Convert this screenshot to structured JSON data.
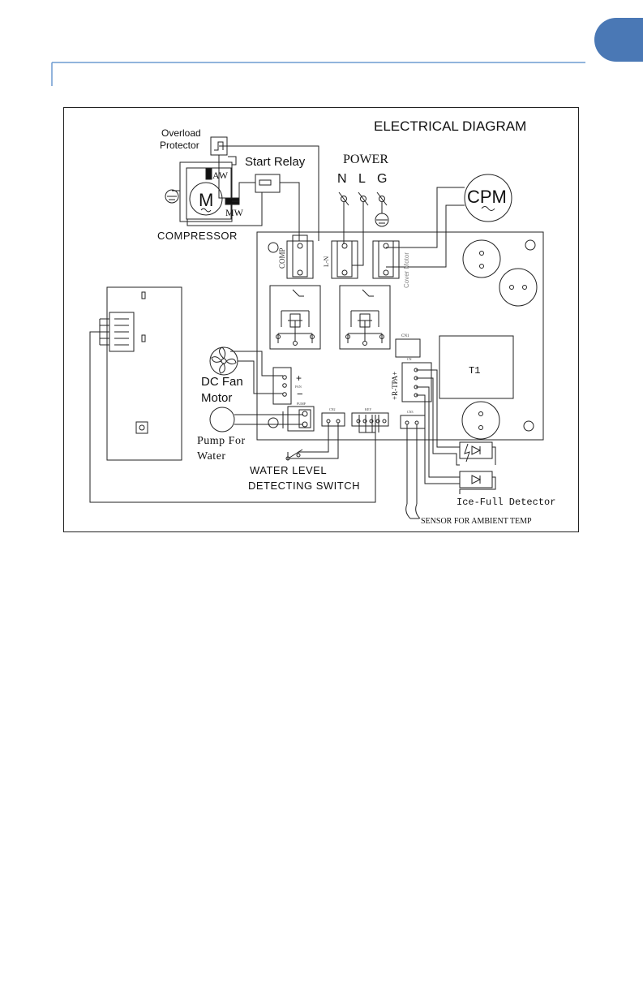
{
  "page": {
    "accent_color": "#4a78b5",
    "rule_color": "#6d9bd0"
  },
  "diagram": {
    "title": "ELECTRICAL DIAGRAM",
    "labels": {
      "overload_protector_line1": "Overload",
      "overload_protector_line2": "Protector",
      "start_relay": "Start Relay",
      "power": "POWER",
      "n": "N",
      "l": "L",
      "g": "G",
      "aw": "AW",
      "mw": "MW",
      "compressor": "COMPRESSOR",
      "cpm": "CPM",
      "comp": "COMP",
      "ln": "L-N",
      "cover_motor": "Cover Motor",
      "cn1": "CN1",
      "t1": "T1",
      "dc_fan_line1": "DC Fan",
      "dc_fan_line2": "Motor",
      "fan": "FAN",
      "pump": "PUMP",
      "cn2": "CN2",
      "key": "KEY",
      "cn3": "CN3",
      "cn": "CN",
      "r_tpa": "+R-TPA+",
      "pump_water_line1": "Pump For",
      "pump_water_line2": "Water",
      "water_level_line1": "WATER LEVEL",
      "water_level_line2": "DETECTING SWITCH",
      "ice_full": "Ice-Full Detector",
      "sensor_ambient": "SENSOR FOR AMBIENT TEMP"
    }
  }
}
